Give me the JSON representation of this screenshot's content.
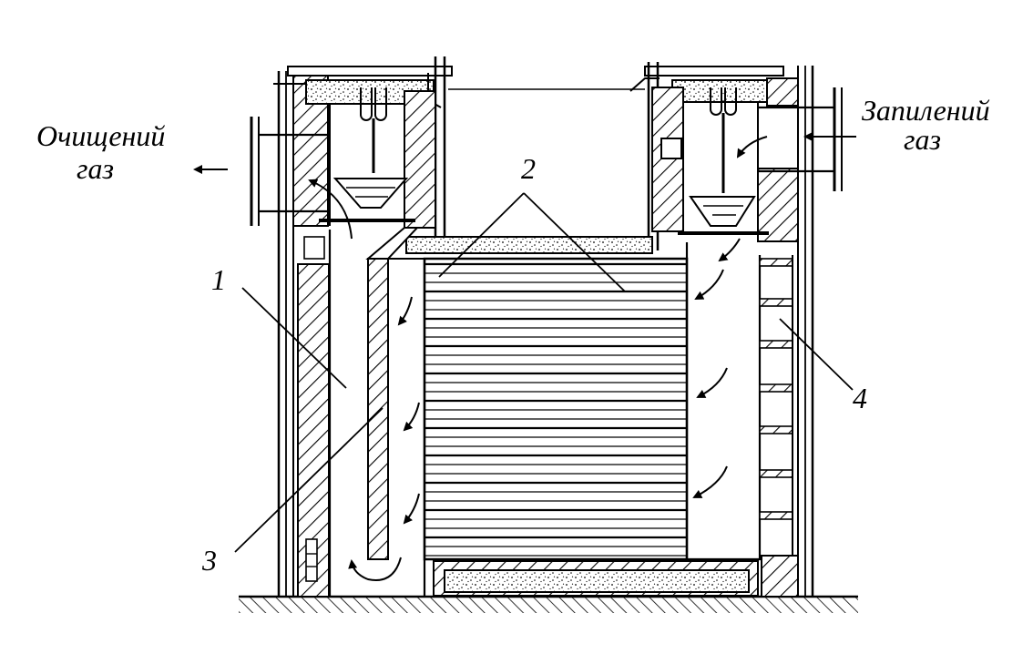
{
  "labels": {
    "clean_gas_line1": "Очищений",
    "clean_gas_line2": "газ",
    "dusty_gas_line1": "Запилений",
    "dusty_gas_line2": "газ",
    "num_1": "1",
    "num_2": "2",
    "num_3": "3",
    "num_4": "4"
  },
  "colors": {
    "ink": "#000000",
    "paper": "#ffffff",
    "fill": "#f2f2f2"
  }
}
